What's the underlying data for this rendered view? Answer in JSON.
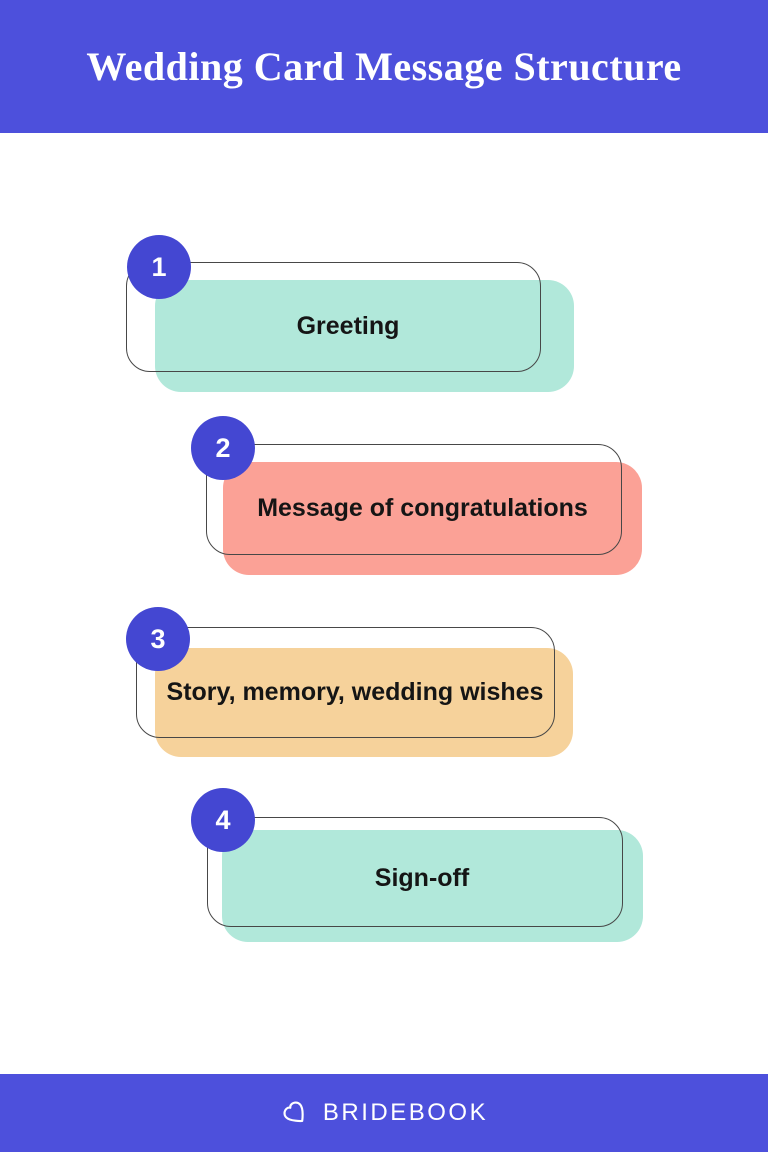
{
  "header": {
    "title": "Wedding Card Message Structure",
    "background_color": "#4d50dc",
    "text_color": "#ffffff"
  },
  "steps": [
    {
      "number": "1",
      "label": "Greeting",
      "box_color": "#b1e8da"
    },
    {
      "number": "2",
      "label": "Message of congratulations",
      "box_color": "#fba196"
    },
    {
      "number": "3",
      "label": "Story, memory, wedding wishes",
      "box_color": "#f6d29b"
    },
    {
      "number": "4",
      "label": "Sign-off",
      "box_color": "#b1e8da"
    }
  ],
  "step_badge": {
    "background_color": "#4447d2",
    "text_color": "#ffffff"
  },
  "outline_box_border_color": "#474747",
  "footer": {
    "brand": "BRIDEBOOK",
    "logo_icon": "heart-outline-icon",
    "background_color": "#4d50dc",
    "text_color": "#ffffff"
  }
}
